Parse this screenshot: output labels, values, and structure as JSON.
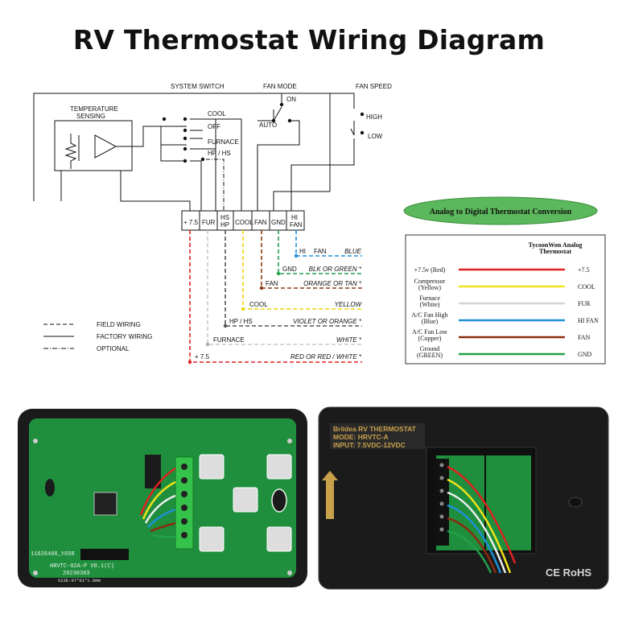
{
  "title": "RV Thermostat Wiring Diagram",
  "diagram": {
    "system_switch": "SYSTEM SWITCH",
    "fan_mode": "FAN MODE",
    "fan_speed": "FAN SPEED",
    "temp_sensing_1": "TEMPERATURE",
    "temp_sensing_2": "SENSING",
    "cool": "COOL",
    "off": "OFF",
    "furnace": "FURNACE",
    "hp_hs": "HP / HS",
    "on": "ON",
    "auto": "AUTO",
    "high": "HIGH",
    "low": "LOW",
    "terminals": [
      "+ 7.5",
      "FUR",
      "HS",
      "HP",
      "COOL",
      "FAN",
      "GND",
      "HI",
      "FAN"
    ],
    "wires": [
      {
        "left": "HI",
        "mid": "FAN",
        "right": "BLUE",
        "color": "#1e90d6"
      },
      {
        "left": "GND",
        "right": "BLK OR GREEN *",
        "color": "#22a04a"
      },
      {
        "left": "FAN",
        "right": "ORANGE OR TAN *",
        "color": "#8b3a12"
      },
      {
        "left": "COOL",
        "right": "YELLOW",
        "color": "#f2e21a"
      },
      {
        "left": "HP / HS",
        "right": "VIOLET OR ORANGE *",
        "color": "#555555"
      },
      {
        "left": "FURNACE",
        "right": "WHITE *",
        "color": "#cfcfcf"
      },
      {
        "left": "+ 7.5",
        "right": "RED OR RED / WHITE *",
        "color": "#e02020"
      }
    ],
    "legend": [
      "FIELD WIRING",
      "FACTORY WIRING",
      "OPTIONAL"
    ]
  },
  "conversion": {
    "badge": "Analog to Digital Thermostat Conversion",
    "header_1": "TycoonWon Analog",
    "header_2": "Thermostat",
    "rows": [
      {
        "label": "+7.5v (Red)",
        "label2": "",
        "value": "+7.5",
        "color": "#e02020"
      },
      {
        "label": "Compressor",
        "label2": "(Yellow)",
        "value": "COOL",
        "color": "#f2e21a"
      },
      {
        "label": "Furnace",
        "label2": "(White)",
        "value": "FUR",
        "color": "#d4d4d4"
      },
      {
        "label": "A/C Fan High",
        "label2": "(Blue)",
        "value": "HI FAN",
        "color": "#1e90d6"
      },
      {
        "label": "A/C Fan Low",
        "label2": "(Copper)",
        "value": "FAN",
        "color": "#8b2a10"
      },
      {
        "label": "Ground",
        "label2": "(GREEN)",
        "value": "GND",
        "color": "#22a04a"
      }
    ]
  },
  "pcb": {
    "board_id": "11626466_Y658",
    "model": "HRVTC-02A-P V0.1(C)",
    "date": "20230303",
    "size": "SIZE:97*61*1.6mm"
  },
  "back": {
    "line1": "Brildea RV THERMOSTAT",
    "line2": "MODE: HRVTC-A",
    "line3": "INPUT: 7.5VDC-12VDC",
    "mark": "CE RoHS"
  },
  "colors": {
    "pcb_green": "#1f8f3e",
    "badge_green": "#5cb85c",
    "case_black": "#1b1b1b"
  }
}
